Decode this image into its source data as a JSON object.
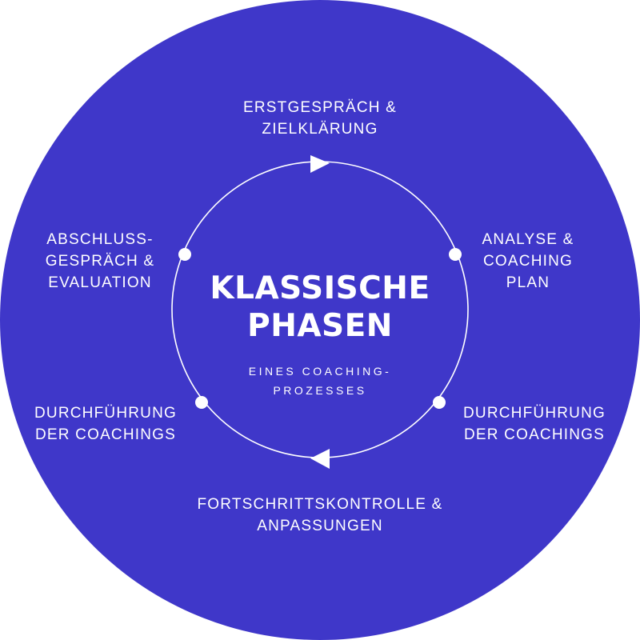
{
  "colors": {
    "background": "#3f37c9",
    "foreground": "#ffffff"
  },
  "title": {
    "line1": "KLASSISCHE",
    "line2": "PHASEN"
  },
  "subtitle": {
    "line1": "EINES COACHING-",
    "line2": "PROZESSES"
  },
  "phases": [
    {
      "line1": "ERSTGESPRÄCH &",
      "line2": "ZIELKLÄRUNG"
    },
    {
      "line1": "ANALYSE &",
      "line2": "COACHING",
      "line3": "PLAN"
    },
    {
      "line1": "DURCHFÜHRUNG",
      "line2": "DER COACHINGS"
    },
    {
      "line1": "FORTSCHRITTSKONTROLLE &",
      "line2": "ANPASSUNGEN"
    },
    {
      "line1": "DURCHFÜHRUNG",
      "line2": "DER COACHINGS"
    },
    {
      "line1": "ABSCHLUSS-",
      "line2": "GESPRÄCH &",
      "line3": "EVALUATION"
    }
  ],
  "icons": {
    "cycle_arrow_top": "triangle-right-icon",
    "cycle_arrow_bottom": "triangle-left-icon",
    "phase_marker": "dot-icon"
  }
}
